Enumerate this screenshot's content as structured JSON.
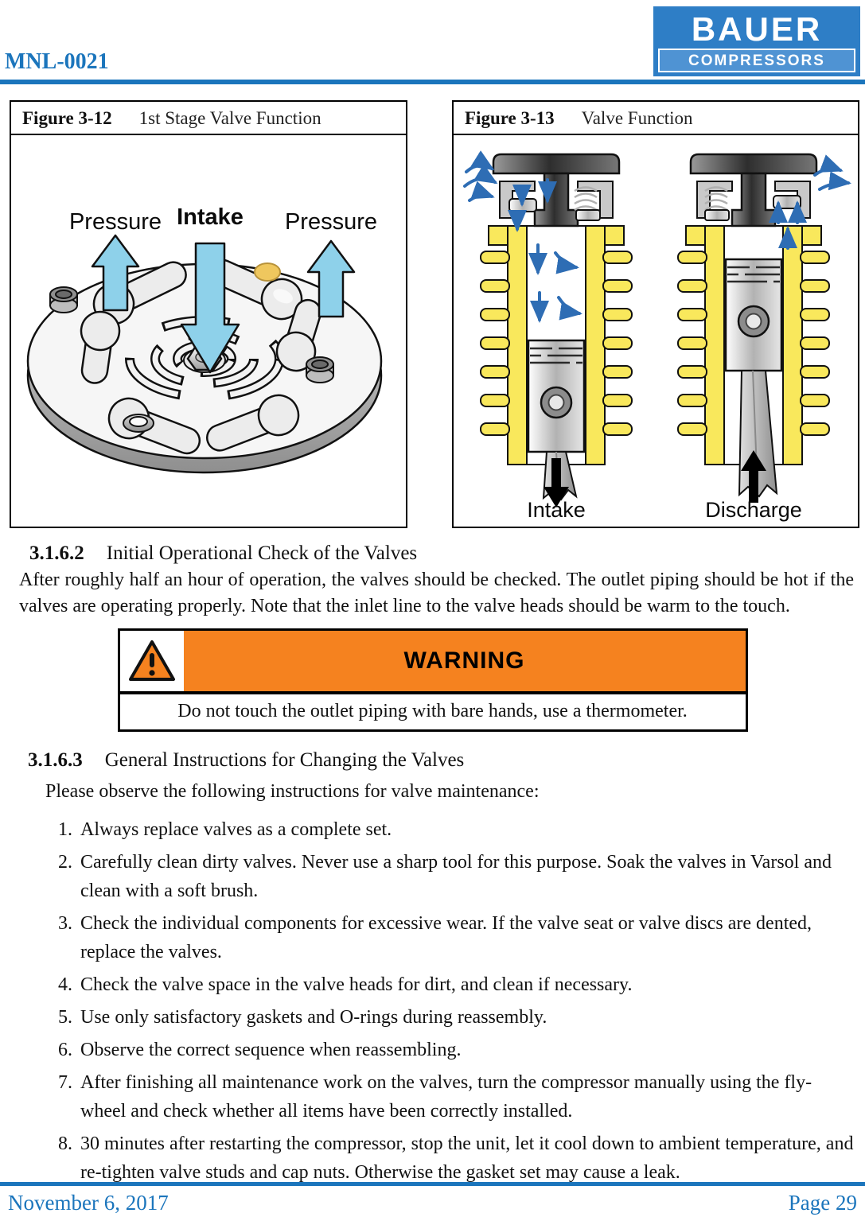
{
  "header": {
    "doc_number": "MNL-0021"
  },
  "logo": {
    "line1": "BAUER",
    "line2": "COMPRESSORS"
  },
  "figure_left": {
    "label": "Figure 3-12",
    "caption": "1st Stage Valve Function",
    "annotation_pressure_left": "Pressure",
    "annotation_intake": "Intake",
    "annotation_pressure_right": "Pressure"
  },
  "figure_right": {
    "label": "Figure 3-13",
    "caption": "Valve Function",
    "annotation_intake": "Intake",
    "annotation_discharge": "Discharge"
  },
  "section_check": {
    "number": "3.1.6.2",
    "title": "Initial Operational Check of the Valves",
    "body": "After roughly half an hour of operation, the valves should be checked. The outlet piping should be hot if the valves are operating properly. Note that the inlet line to the valve heads should be warm to the touch."
  },
  "warning": {
    "title": "WARNING",
    "text": "Do not touch the outlet piping with bare hands, use a thermometer."
  },
  "section_changing": {
    "number": "3.1.6.3",
    "title": "General Instructions for Changing the Valves",
    "intro": "Please observe the following instructions for valve maintenance:"
  },
  "instructions": [
    "Always replace valves as a complete set.",
    "Carefully clean dirty valves. Never use a sharp tool for this purpose. Soak the valves in Varsol and clean with a soft brush.",
    "Check the individual components for excessive wear. If the valve seat or valve discs are dented, replace the valves.",
    "Check the valve space in the valve heads for dirt, and clean if necessary.",
    "Use only satisfactory gaskets and O-rings during reassembly.",
    "Observe the correct sequence when reassembling.",
    "After finishing all maintenance work on the valves, turn the compressor manually using the fly-wheel and check whether all items have been correctly installed.",
    "30 minutes after restarting the compressor, stop the unit, let it cool down to ambient temperature, and re-tighten valve studs and cap nuts. Otherwise the gasket set may cause a leak."
  ],
  "footer": {
    "date": "November 6, 2017",
    "page": "Page 29"
  },
  "colors": {
    "accent_blue": "#1B75BC",
    "logo_blue": "#2E7EC6",
    "logo_blue_light": "#4F93D3",
    "warning_orange": "#F5821F",
    "fin_yellow": "#F9E85C",
    "flow_blue": "#2E6DB4",
    "arrow_light_blue": "#8ED1EA"
  }
}
